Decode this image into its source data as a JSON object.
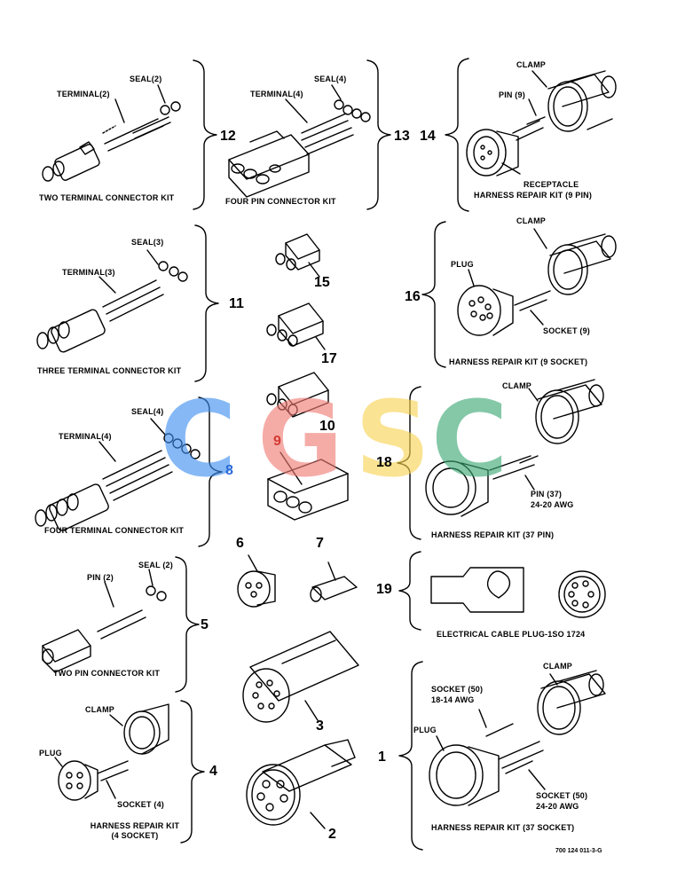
{
  "watermark": {
    "letters": [
      "C",
      "G",
      "S",
      "C"
    ],
    "colors": [
      "#3d8ef0",
      "#f07a72",
      "#f8d350",
      "#3aa874"
    ]
  },
  "kits": {
    "k12": {
      "number": "12",
      "title": "TWO TERMINAL CONNECTOR KIT",
      "seal": "SEAL(2)",
      "terminal": "TERMINAL(2)"
    },
    "k13": {
      "number": "13",
      "title": "FOUR PIN CONNECTOR KIT",
      "seal": "SEAL(4)",
      "terminal": "TERMINAL(4)"
    },
    "k14": {
      "number": "14",
      "clamp": "CLAMP",
      "pin": "PIN (9)",
      "line1": "RECEPTACLE",
      "line2": "HARNESS REPAIR KIT (9 PIN)"
    },
    "k11": {
      "number": "11",
      "title": "THREE TERMINAL CONNECTOR KIT",
      "seal": "SEAL(3)",
      "terminal": "TERMINAL(3)"
    },
    "k15": {
      "number": "15"
    },
    "k16": {
      "number": "16",
      "clamp": "CLAMP",
      "plug": "PLUG",
      "socket": "SOCKET (9)",
      "title": "HARNESS REPAIR KIT (9 SOCKET)"
    },
    "k17": {
      "number": "17"
    },
    "k10": {
      "number": "10"
    },
    "k8": {
      "number": "8",
      "title": "FOUR TERMINAL CONNECTOR KIT",
      "seal": "SEAL(4)",
      "terminal": "TERMINAL(4)"
    },
    "k9": {
      "number": "9"
    },
    "k18": {
      "number": "18",
      "clamp": "CLAMP",
      "pin1": "PIN (37)",
      "pin2": "24-20 AWG",
      "title": "HARNESS REPAIR KIT (37 PIN)"
    },
    "k6": {
      "number": "6"
    },
    "k7": {
      "number": "7"
    },
    "k19": {
      "number": "19",
      "title": "ELECTRICAL CABLE PLUG-1SO 1724"
    },
    "k5": {
      "number": "5",
      "title": "TWO PIN CONNECTOR KIT",
      "seal": "SEAL (2)",
      "pin": "PIN (2)"
    },
    "k3": {
      "number": "3"
    },
    "k4": {
      "number": "4",
      "clamp": "CLAMP",
      "plug": "PLUG",
      "socket": "SOCKET (4)",
      "line1": "HARNESS REPAIR KIT",
      "line2": "(4 SOCKET)"
    },
    "k2": {
      "number": "2"
    },
    "k1": {
      "number": "1",
      "clamp": "CLAMP",
      "plug": "PLUG",
      "s1a": "SOCKET (50)",
      "s1b": "18-14 AWG",
      "s2a": "SOCKET (50)",
      "s2b": "24-20 AWG",
      "title": "HARNESS REPAIR KIT (37 SOCKET)"
    }
  },
  "figure_id": "700 124 011-3-G"
}
